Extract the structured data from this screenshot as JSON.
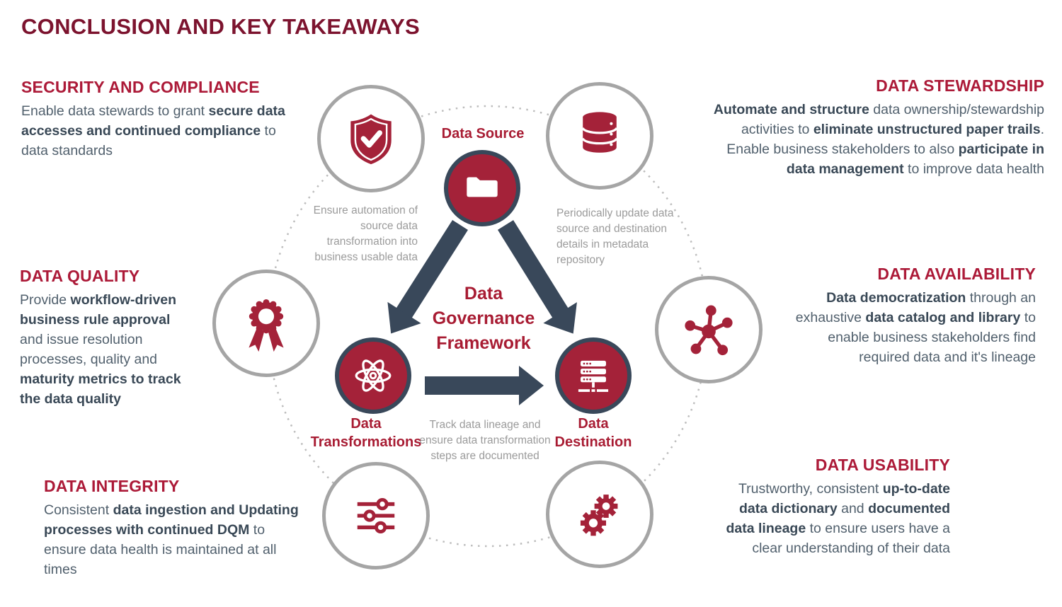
{
  "page": {
    "title": "CONCLUSION AND KEY TAKEAWAYS"
  },
  "colors": {
    "title_maroon": "#7C132E",
    "heading_crimson": "#AC1A38",
    "icon_crimson": "#A42239",
    "arrow_slate": "#39485A",
    "body_text": "#51606D",
    "body_bold": "#394856",
    "caption_gray": "#9B9B9B",
    "circle_outline_gray": "#A5A5A5"
  },
  "sections": [
    {
      "id": "security-compliance",
      "heading": "SECURITY AND COMPLIANCE",
      "align": "left",
      "body": [
        {
          "t": "Enable data stewards to grant ",
          "b": false
        },
        {
          "t": "secure data accesses and continued compliance",
          "b": true
        },
        {
          "t": " to data standards",
          "b": false
        }
      ]
    },
    {
      "id": "data-quality",
      "heading": "DATA QUALITY",
      "align": "left",
      "body": [
        {
          "t": "Provide ",
          "b": false
        },
        {
          "t": "workflow-driven business rule approval",
          "b": true
        },
        {
          "t": " and issue resolution processes, quality and ",
          "b": false
        },
        {
          "t": "maturity metrics to track the data quality",
          "b": true
        }
      ]
    },
    {
      "id": "data-integrity",
      "heading": "DATA INTEGRITY",
      "align": "left",
      "body": [
        {
          "t": "Consistent ",
          "b": false
        },
        {
          "t": "data ingestion and Updating processes with continued DQM",
          "b": true
        },
        {
          "t": " to ensure data health is maintained at all times",
          "b": false
        }
      ]
    },
    {
      "id": "data-stewardship",
      "heading": "DATA STEWARDSHIP",
      "align": "right",
      "body": [
        {
          "t": "Automate and structure",
          "b": true
        },
        {
          "t": " data ownership/stewardship activities to ",
          "b": false
        },
        {
          "t": "eliminate unstructured paper trails",
          "b": true
        },
        {
          "t": ". Enable business stakeholders to also ",
          "b": false
        },
        {
          "t": "participate in data management",
          "b": true
        },
        {
          "t": " to improve data health",
          "b": false
        }
      ]
    },
    {
      "id": "data-availability",
      "heading": "DATA AVAILABILITY",
      "align": "right",
      "body": [
        {
          "t": "Data democratization",
          "b": true
        },
        {
          "t": " through an exhaustive ",
          "b": false
        },
        {
          "t": "data catalog and library",
          "b": true
        },
        {
          "t": " to enable business stakeholders find required data and it's lineage",
          "b": false
        }
      ]
    },
    {
      "id": "data-usability",
      "heading": "DATA USABILITY",
      "align": "right",
      "body": [
        {
          "t": "Trustworthy, consistent ",
          "b": false
        },
        {
          "t": "up-to-date data dictionary",
          "b": true
        },
        {
          "t": " and ",
          "b": false
        },
        {
          "t": "documented data lineage",
          "b": true
        },
        {
          "t": " to ensure users have a clear understanding of their data",
          "b": false
        }
      ]
    }
  ],
  "diagram": {
    "center": {
      "lines": [
        "Data",
        "Governance",
        "Framework"
      ]
    },
    "nodes": [
      {
        "label": "Data Source",
        "icon": "folder-icon"
      },
      {
        "label": "Data Transformations",
        "icon": "atom-icon"
      },
      {
        "label": "Data Destination",
        "icon": "server-stack-icon"
      }
    ],
    "outer_icons": [
      {
        "icon": "shield-check-icon"
      },
      {
        "icon": "database-icon"
      },
      {
        "icon": "award-ribbon-icon"
      },
      {
        "icon": "network-hub-icon"
      },
      {
        "icon": "sliders-icon"
      },
      {
        "icon": "gears-icon"
      }
    ],
    "captions": [
      {
        "id": "source-to-transformations",
        "text": "Ensure automation of source data transformation into business usable data"
      },
      {
        "id": "source-to-destination",
        "text": "Periodically update data source and destination details in metadata repository"
      },
      {
        "id": "transformations-to-destination",
        "text": "Track data lineage and ensure data transformation steps are documented"
      }
    ]
  }
}
